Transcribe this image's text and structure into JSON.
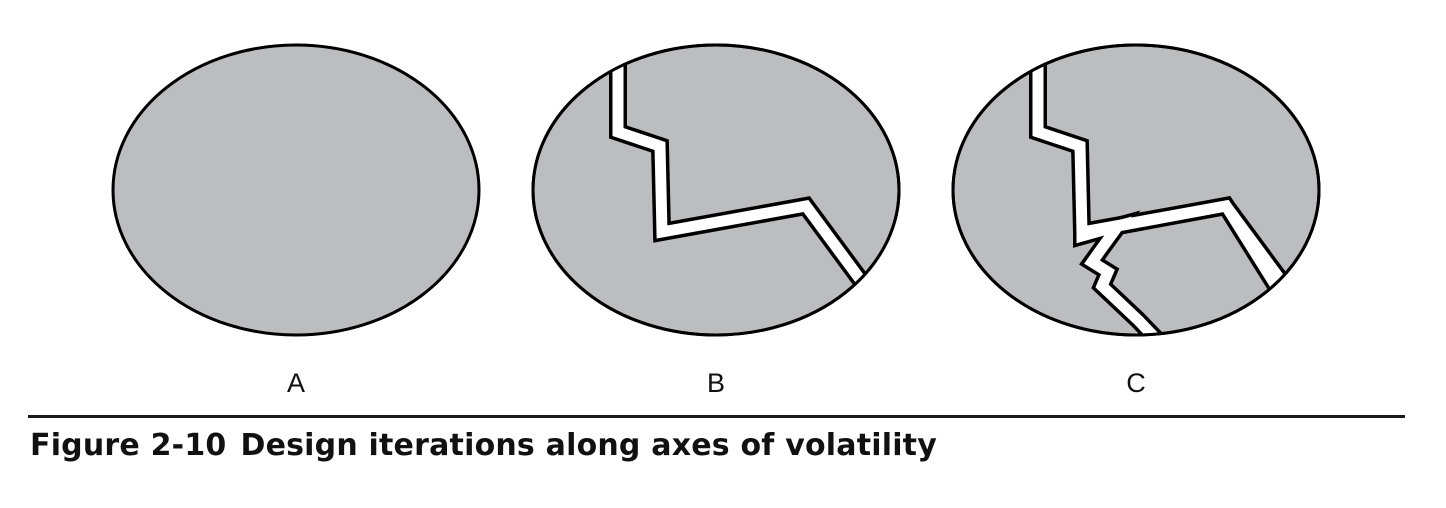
{
  "colors": {
    "blob_fill": "#bcbdbf",
    "stroke": "#000000",
    "crack_fill": "#ffffff",
    "rule": "#1a1a1a"
  },
  "panels": [
    {
      "label": "A"
    },
    {
      "label": "B"
    },
    {
      "label": "C"
    }
  ],
  "caption": {
    "number": "Figure 2-10",
    "title": "Design iterations along axes of volatility"
  }
}
